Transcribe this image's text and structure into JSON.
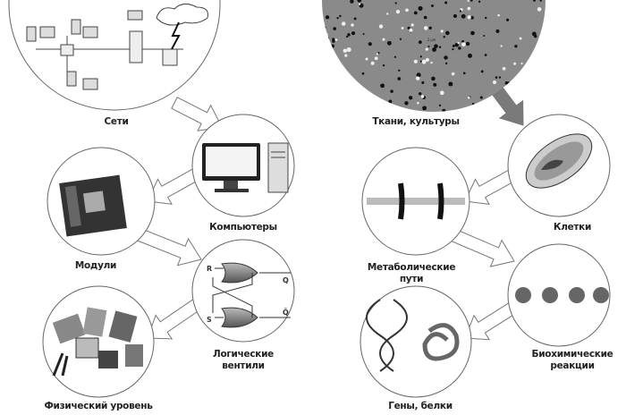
{
  "left_column": {
    "networks": "Сети",
    "computers": "Компьютеры",
    "modules": "Модули",
    "logic_gates": [
      "Логические",
      "вентили"
    ],
    "physical": "Физический уровень"
  },
  "right_column": {
    "tissues": "Ткани, культуры",
    "cells": "Клетки",
    "metabolic": [
      "Метаболические",
      "пути"
    ],
    "biochemical": [
      "Биохимические",
      "реакции"
    ],
    "genes": "Гены, белки"
  },
  "gate_labels": {
    "r": "R",
    "s": "S",
    "q": "Q",
    "q_bar": "Q̄"
  },
  "micrograph_scale": "2 µm",
  "colors": {
    "stroke": "#555555",
    "arrow_fill": "#ffffff",
    "micrograph": "#8a8a8a",
    "arrow_dark": "#7a7a7a"
  }
}
